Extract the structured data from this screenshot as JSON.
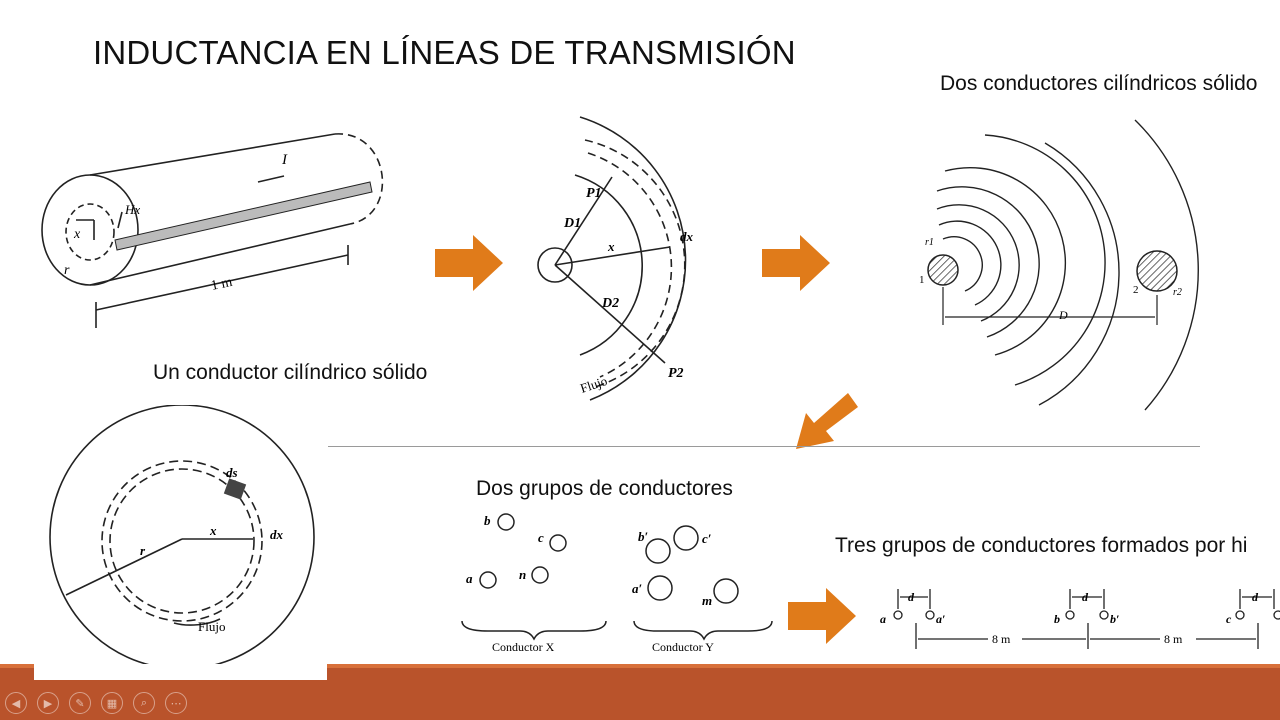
{
  "slide": {
    "title": "INDUCTANCIA EN LÍNEAS DE TRANSMISIÓN",
    "captions": {
      "dos_conductores": "Dos conductores cilíndricos sólido",
      "un_conductor": "Un conductor cilíndrico sólido",
      "dos_grupos": "Dos grupos de conductores",
      "tres_grupos": "Tres grupos de conductores formados por hi"
    }
  },
  "figures": {
    "cylinder": {
      "current": "I",
      "field": "Hx",
      "radius_inner": "x",
      "radius_outer": "r",
      "length": "1 m"
    },
    "flux_lines": {
      "p1": "P1",
      "p2": "P2",
      "d1": "D1",
      "d2": "D2",
      "x": "x",
      "dx": "dx",
      "flux": "Flujo"
    },
    "two_conductors": {
      "r1": "r1",
      "r2": "r2",
      "c1": "1",
      "c2": "2",
      "distance": "D"
    },
    "cross_section": {
      "ds": "ds",
      "x": "x",
      "dx": "dx",
      "r": "r",
      "flux": "Flujo"
    },
    "groups": {
      "x_labels": [
        "b",
        "c",
        "a",
        "n"
      ],
      "y_labels": [
        "b′",
        "c′",
        "a′",
        "m"
      ],
      "conductor_x": "Conductor X",
      "conductor_y": "Conductor Y"
    },
    "bundles": {
      "d": "d",
      "labels": [
        "a",
        "a′",
        "b",
        "b′",
        "c"
      ],
      "spacing": [
        "8 m",
        "8 m"
      ]
    }
  },
  "controls": {
    "icons": [
      "previous-icon",
      "next-icon",
      "pen-icon",
      "slides-icon",
      "zoom-icon",
      "more-icon"
    ],
    "glyphs": [
      "◀",
      "▶",
      "✎",
      "▦",
      "⌕",
      "⋯"
    ]
  },
  "colors": {
    "arrow": "#e07b1a",
    "bar": "#b9532b",
    "bar_accent": "#d8703a"
  }
}
